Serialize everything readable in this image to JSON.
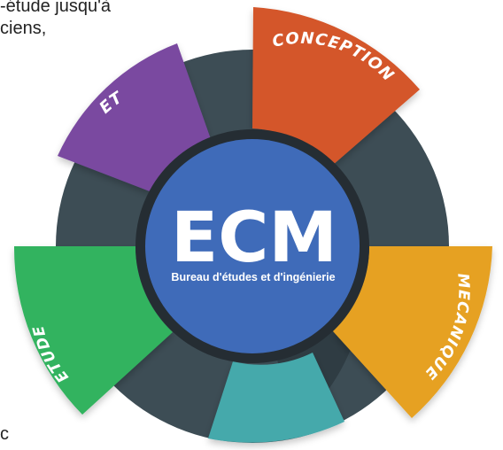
{
  "background_text": {
    "line1": "-étude jusqu'à",
    "line2": "ciens,",
    "line3": "c"
  },
  "center": {
    "title": "ECM",
    "subtitle": "Bureau d'études et d'ingénierie"
  },
  "segments": [
    {
      "key": "conception",
      "label": "CONCEPTION",
      "color": "#d4572b"
    },
    {
      "key": "mecanique",
      "label": "MECANIQUE",
      "color": "#e6a124"
    },
    {
      "key": "teal",
      "label": "",
      "color": "#45a9ab"
    },
    {
      "key": "etude",
      "label": "ETUDE",
      "color": "#31b35f"
    },
    {
      "key": "et",
      "label": "ET",
      "color": "#7a4aa0"
    }
  ],
  "colors": {
    "ring": "#3d4d55",
    "ring_dark": "#2f3c43",
    "center": "#3f6bb9",
    "center_border": "#252d33"
  }
}
